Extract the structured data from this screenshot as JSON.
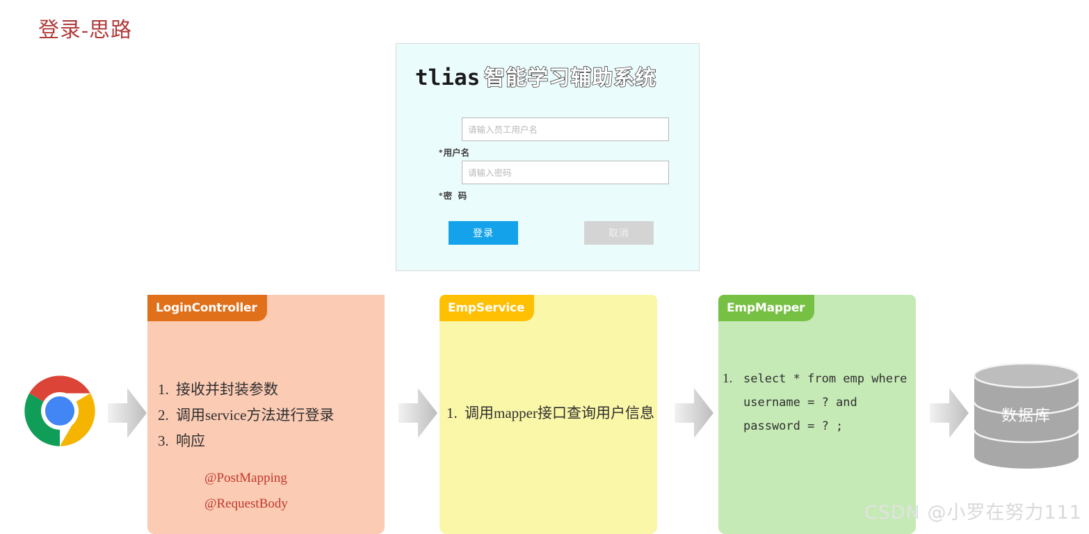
{
  "slide": {
    "title": "登录-思路"
  },
  "login_card": {
    "title_en": "tlias",
    "title_cn": "智能学习辅助系统",
    "fields": [
      {
        "name": "username",
        "required_mark": "*",
        "label": "用户名",
        "placeholder": "请输入员工用户名",
        "value": ""
      },
      {
        "name": "password",
        "required_mark": "*",
        "label": "密  码",
        "placeholder": "请输入密码",
        "value": ""
      }
    ],
    "buttons": {
      "submit": "登录",
      "cancel": "取消"
    },
    "colors": {
      "card_background": "#ebfcfc",
      "submit_background": "#14a3ea",
      "cancel_background": "#d4d4d4"
    }
  },
  "flow": {
    "boxes": [
      {
        "id": "controller",
        "tag": "LoginController",
        "tag_color": "#e0701a",
        "body_color": "#fbcbb4",
        "items": [
          {
            "num": "1.",
            "text": "接收并封装参数"
          },
          {
            "num": "2.",
            "text": "调用service方法进行登录"
          },
          {
            "num": "3.",
            "text": "响应"
          }
        ],
        "annotations": [
          "@PostMapping",
          "@RequestBody"
        ],
        "annotation_color": "#c0392b"
      },
      {
        "id": "service",
        "tag": "EmpService",
        "tag_color": "#ffbf03",
        "body_color": "#fbf7a8",
        "items": [
          {
            "num": "1.",
            "text": "调用mapper接口查询用户信息"
          }
        ],
        "annotations": [],
        "annotation_color": ""
      },
      {
        "id": "mapper",
        "tag": "EmpMapper",
        "tag_color": "#76c043",
        "body_color": "#c5eab6",
        "items": [
          {
            "num": "1.",
            "text": "select * from emp where username = ? and password = ? ;"
          }
        ],
        "sql_lines": [
          "select * from emp where",
          "username = ? and",
          "password = ? ;"
        ],
        "annotations": [],
        "annotation_color": ""
      }
    ],
    "arrows": 4
  },
  "browser": {
    "name": "chrome-logo"
  },
  "database": {
    "label": "数据库",
    "color": "#a6a6a6"
  },
  "watermark": {
    "brand": "CSDN",
    "author": "@小罗在努力111"
  }
}
